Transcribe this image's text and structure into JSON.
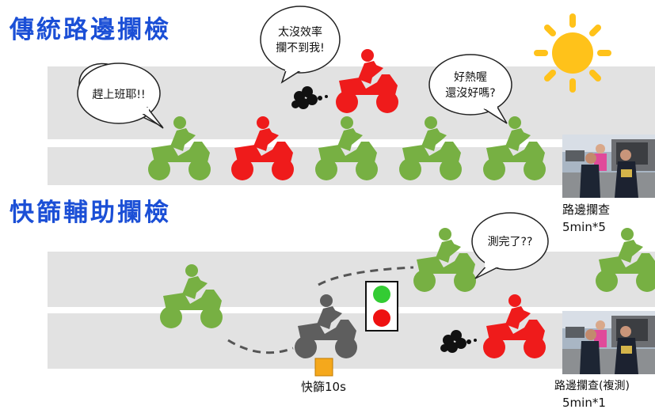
{
  "titles": {
    "traditional": "傳統路邊攔檢",
    "assisted": "快篩輔助攔檢"
  },
  "speech": {
    "rider_late": "趕上班耶!!",
    "escaped_line1": "太沒效率",
    "escaped_line2": "攔不到我!",
    "hot_line1": "好熱喔",
    "hot_line2": "還沒好嗎?",
    "done": "測完了??"
  },
  "captions": {
    "roadside_label": "路邊攔查",
    "roadside_time": "5min*5",
    "retest_label": "路邊攔查(複測)",
    "retest_time": "5min*1",
    "screen_label": "快篩10s"
  },
  "colors": {
    "title_blue": "#1b4fd6",
    "road_gray": "#e2e2e2",
    "green_bike": "#77b043",
    "red_bike": "#ef1b1b",
    "gray_bike": "#5e5e5e",
    "signal_green": "#33cc33",
    "signal_red": "#ee1111",
    "sensor_orange": "#f5a81c",
    "sun_yellow": "#ffc21a"
  },
  "icons": [
    "sun-icon",
    "motorcycle-icon",
    "smoke-icon",
    "traffic-light-icon",
    "sensor-icon",
    "police-photo"
  ]
}
